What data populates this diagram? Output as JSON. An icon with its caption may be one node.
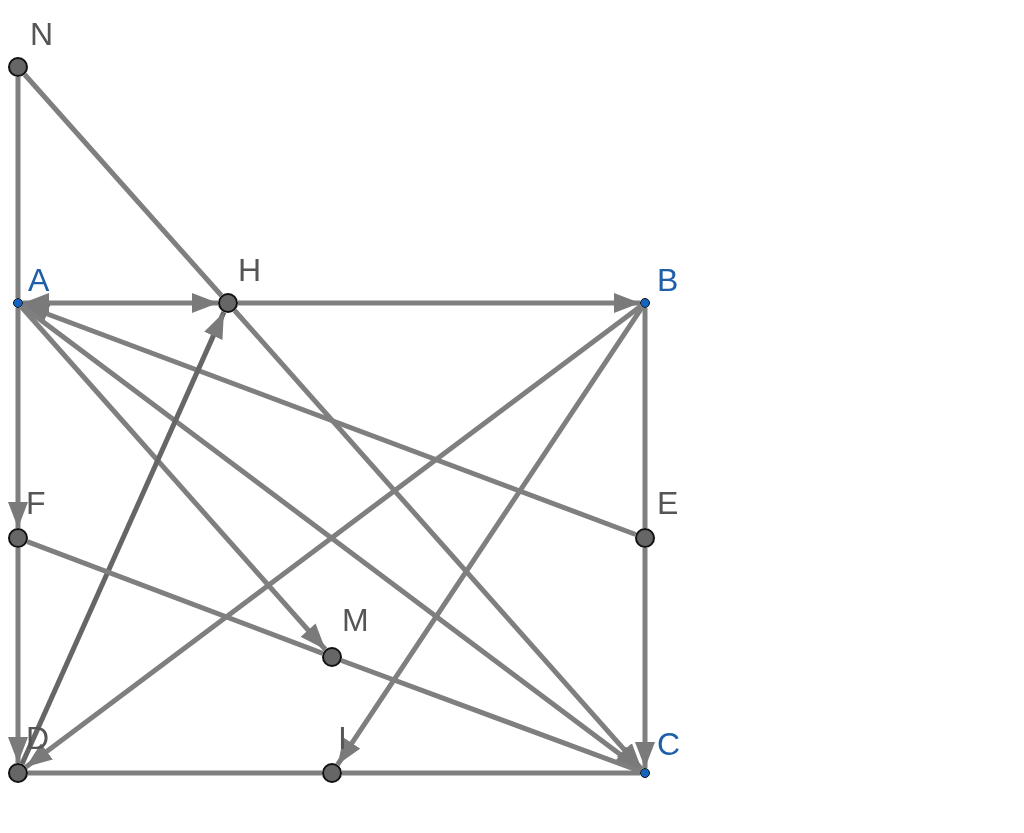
{
  "diagram": {
    "nodes": [
      {
        "text": [
          "N"
        ]
      },
      {
        "text": [
          "A"
        ]
      },
      {
        "text": [
          "H"
        ]
      },
      {
        "text": [
          "B"
        ]
      },
      {
        "text": [
          "F"
        ]
      },
      {
        "text": [
          "E"
        ]
      },
      {
        "text": [
          "M"
        ]
      },
      {
        "text": [
          "D"
        ]
      },
      {
        "text": [
          "I"
        ]
      },
      {
        "text": [
          "C"
        ]
      }
    ],
    "edges": [
      {
        "from": 0,
        "to": 1,
        "arrow": "none"
      },
      {
        "from": 0,
        "to": 2,
        "arrow": "none"
      },
      {
        "from": 2,
        "to": 9,
        "arrow": "to"
      },
      {
        "from": 1,
        "to": 2,
        "arrow": "both"
      },
      {
        "from": 2,
        "to": 3,
        "arrow": "to"
      },
      {
        "from": 1,
        "to": 4,
        "arrow": "to"
      },
      {
        "from": 4,
        "to": 7,
        "arrow": "to"
      },
      {
        "from": 3,
        "to": 5,
        "arrow": "none"
      },
      {
        "from": 5,
        "to": 9,
        "arrow": "to"
      },
      {
        "from": 5,
        "to": 1,
        "arrow": "to"
      },
      {
        "from": 1,
        "to": 6,
        "arrow": "to"
      },
      {
        "from": 1,
        "to": 9,
        "arrow": "to"
      },
      {
        "from": 7,
        "to": 2,
        "arrow": "to"
      },
      {
        "from": 3,
        "to": 7,
        "arrow": "to"
      },
      {
        "from": 3,
        "to": 8,
        "arrow": "to"
      },
      {
        "from": 4,
        "to": 6,
        "arrow": "none"
      },
      {
        "from": 6,
        "to": 9,
        "arrow": "none"
      },
      {
        "from": 7,
        "to": 8,
        "arrow": "none"
      },
      {
        "from": 8,
        "to": 9,
        "arrow": "none"
      }
    ]
  }
}
